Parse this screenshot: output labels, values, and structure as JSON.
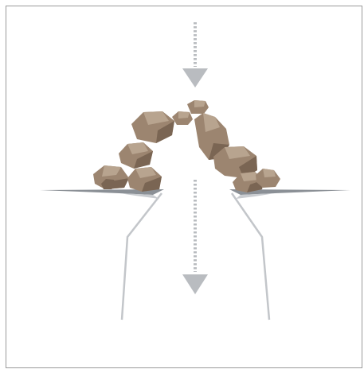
{
  "diagram": {
    "subject": "natural-arch-of-boulders-over-a-shaft",
    "colors": {
      "frame_border": "#9a9a9a",
      "arrow": "#b9bcc0",
      "ground": "#8b9096",
      "ground_shadow": "#c9ccd0",
      "shaft_wall": "#c3c6ca",
      "rock_light": "#b8a48f",
      "rock_mid": "#9c8570",
      "rock_dark": "#7a6553"
    },
    "arrows": [
      {
        "name": "load-arrow-top",
        "direction": "down",
        "style": "dotted-shaft"
      },
      {
        "name": "load-arrow-bottom",
        "direction": "down",
        "style": "dotted-shaft"
      }
    ],
    "boulder_count": 11
  }
}
